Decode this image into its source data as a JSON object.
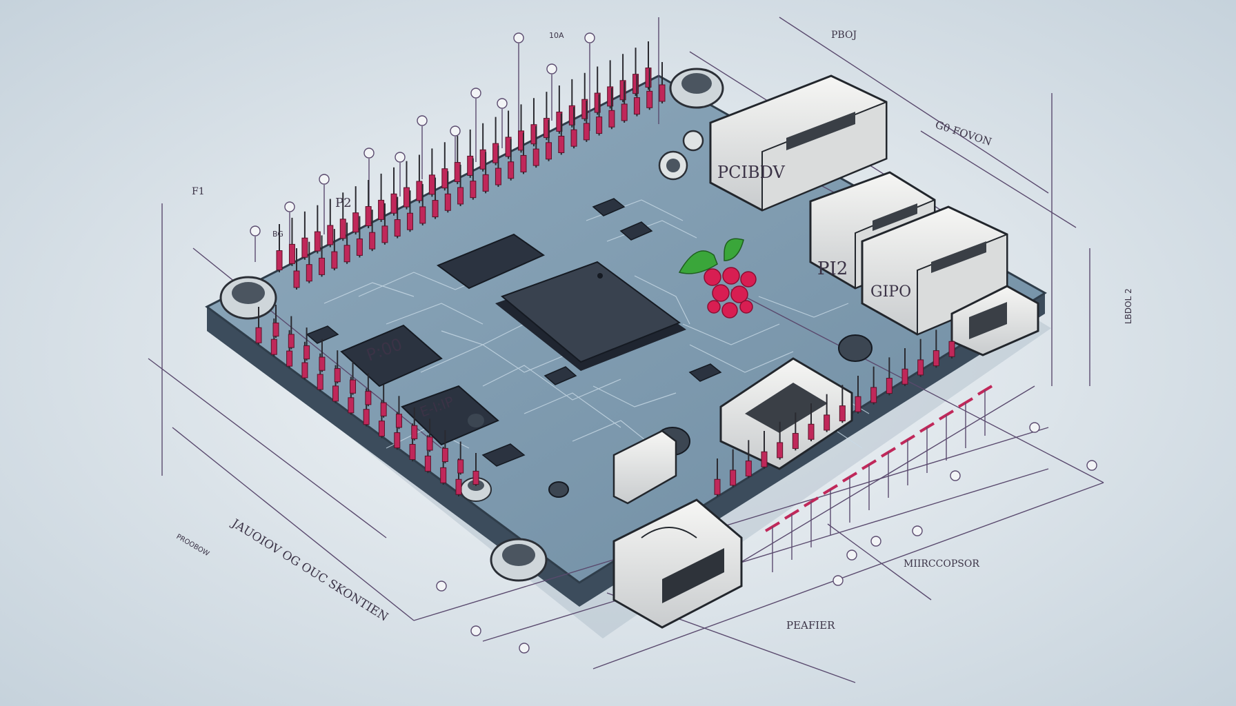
{
  "colors": {
    "background_light": "#eef2f5",
    "background_dark": "#bccbd6",
    "board": "#7e9cb2",
    "board_edge": "#3c4c5c",
    "leader_line": "#5a4a6e",
    "pin": "#c0285a",
    "chip": "#2c3442",
    "port_metal": "#e9ebea",
    "raspberry": "#d81e52",
    "leaf": "#3aa63a"
  },
  "labels": {
    "top_10a": "10A",
    "top_pboj": "PBOJ",
    "f1": "F1",
    "p2": "P2",
    "bg": "BG",
    "go_fovon": "G0 FOVON",
    "port_pcibdv": "PCIBDV",
    "port_pi2": "PI2",
    "port_gipo": "GIPO",
    "chip_small": "P:00",
    "chip_small2": "E-I:IP",
    "right_vertical": "LBDOL 2",
    "bottom_left": "JAUOIOV OG OUC SKONTIEN",
    "bottom_left_small": "PROOBOW",
    "bottom_peafier": "PEAFIER",
    "bottom_micro": "MIIRCCOPSOR"
  },
  "icons": {
    "logo": "raspberry-logo-icon"
  }
}
